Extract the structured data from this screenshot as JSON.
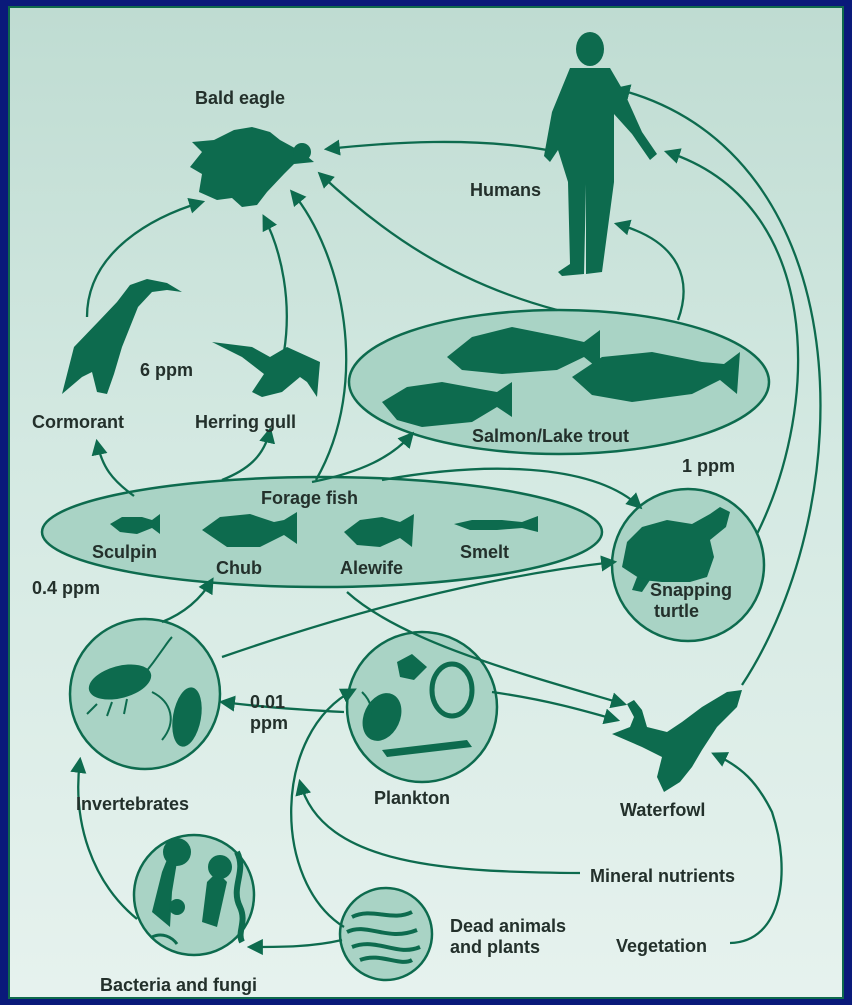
{
  "colors": {
    "frame": "#0a1a7a",
    "background": "#cfe6de",
    "organism": "#0d6b4e",
    "text": "#23302b"
  },
  "organisms": {
    "bald_eagle": "Bald eagle",
    "humans": "Humans",
    "cormorant": "Cormorant",
    "herring_gull": "Herring gull",
    "salmon_lake_trout": "Salmon/Lake trout",
    "forage_fish": "Forage fish",
    "sculpin": "Sculpin",
    "chub": "Chub",
    "alewife": "Alewife",
    "smelt": "Smelt",
    "snapping_turtle": [
      "Snapping",
      "turtle"
    ],
    "invertebrates": "Invertebrates",
    "plankton": "Plankton",
    "waterfowl": "Waterfowl",
    "bacteria_fungi": "Bacteria and fungi",
    "dead_animals_plants": [
      "Dead animals",
      "and plants"
    ],
    "mineral_nutrients": "Mineral nutrients",
    "vegetation": "Vegetation"
  },
  "concentrations": {
    "birds": "6 ppm",
    "salmon": "1 ppm",
    "forage": "0.4 ppm",
    "plankton": [
      "0.01",
      "ppm"
    ]
  },
  "icons": [
    "eagle-icon",
    "human-icon",
    "cormorant-icon",
    "gull-icon",
    "fish-icon",
    "turtle-icon",
    "invertebrate-icon",
    "plankton-icon",
    "duck-icon",
    "bacteria-icon",
    "detritus-icon"
  ]
}
